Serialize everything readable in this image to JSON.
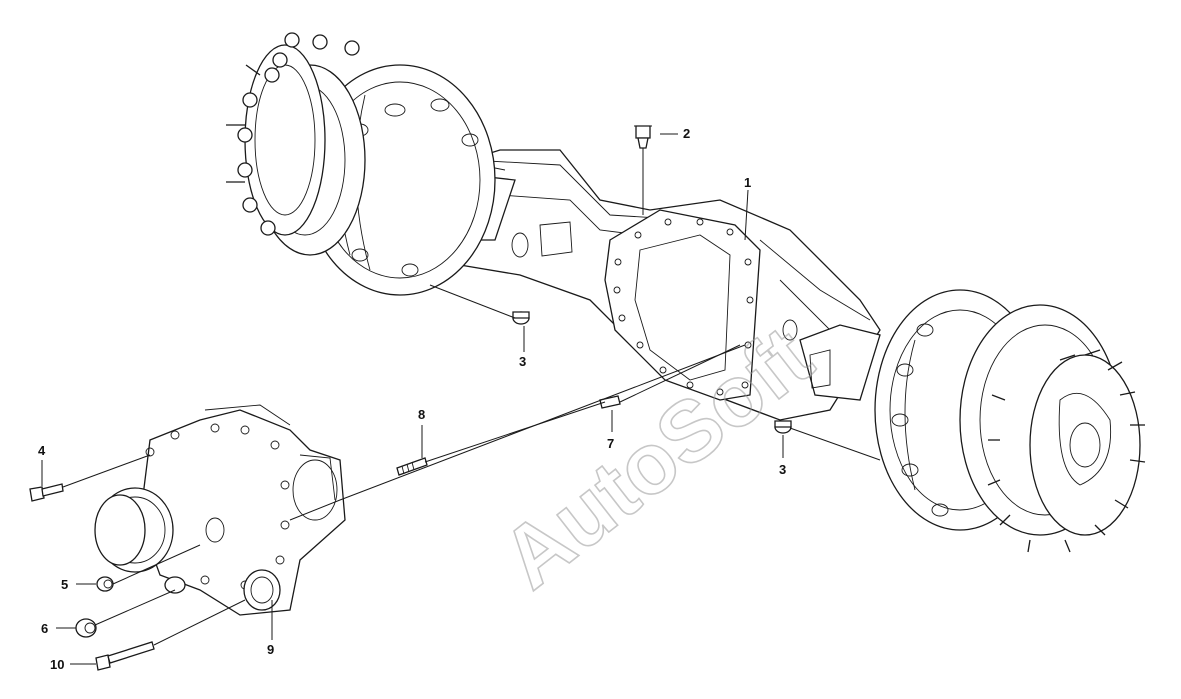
{
  "watermark": "AutoSoft",
  "callouts": [
    {
      "id": "callout-1",
      "label": "1"
    },
    {
      "id": "callout-2",
      "label": "2"
    },
    {
      "id": "callout-3a",
      "label": "3"
    },
    {
      "id": "callout-3b",
      "label": "3"
    },
    {
      "id": "callout-4",
      "label": "4"
    },
    {
      "id": "callout-5",
      "label": "5"
    },
    {
      "id": "callout-6",
      "label": "6"
    },
    {
      "id": "callout-7",
      "label": "7"
    },
    {
      "id": "callout-8",
      "label": "8"
    },
    {
      "id": "callout-9",
      "label": "9"
    },
    {
      "id": "callout-10",
      "label": "10"
    }
  ]
}
